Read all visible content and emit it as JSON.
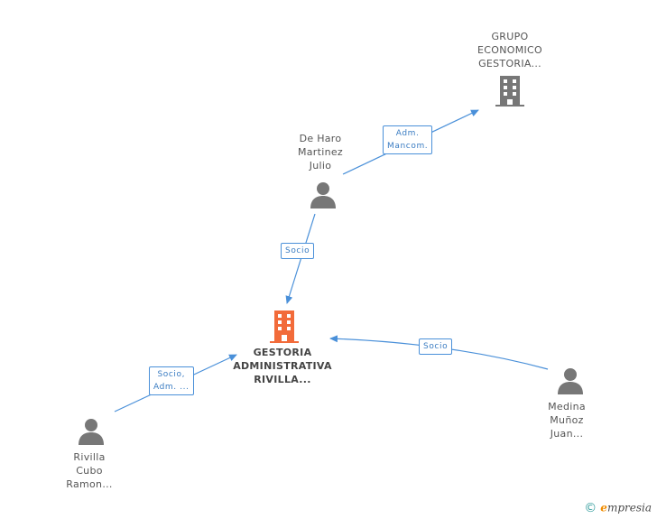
{
  "nodes": {
    "grupo": {
      "lines": [
        "GRUPO",
        "ECONOMICO",
        "GESTORIA..."
      ]
    },
    "deharo": {
      "lines": [
        "De Haro",
        "Martinez",
        "Julio"
      ]
    },
    "gestoria": {
      "lines": [
        "GESTORIA",
        "ADMINISTRATIVA",
        "RIVILLA..."
      ]
    },
    "medina": {
      "lines": [
        "Medina",
        "Muñoz",
        "Juan..."
      ]
    },
    "rivilla": {
      "lines": [
        "Rivilla",
        "Cubo",
        "Ramon..."
      ]
    }
  },
  "edges": {
    "deharo_grupo": {
      "lines": [
        "Adm.",
        "Mancom."
      ]
    },
    "deharo_gestoria": {
      "lines": [
        "Socio"
      ]
    },
    "medina_gestoria": {
      "lines": [
        "Socio"
      ]
    },
    "rivilla_gestoria": {
      "lines": [
        "Socio,",
        "Adm. ..."
      ]
    }
  },
  "colors": {
    "main_company": "#f26b3a",
    "company": "#777777",
    "person": "#777777",
    "edge": "#4a90d9"
  },
  "footer": {
    "copyright": "©",
    "brand_first": "e",
    "brand_rest": "mpresia"
  }
}
